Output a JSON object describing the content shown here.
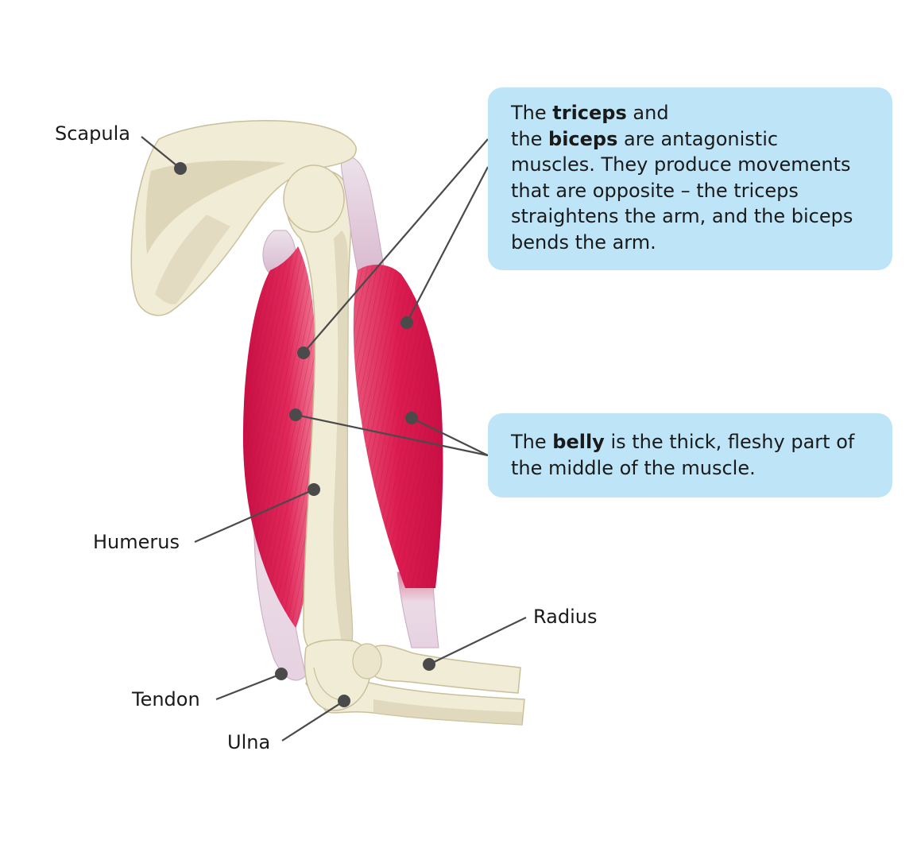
{
  "labels": {
    "scapula": "Scapula",
    "humerus": "Humerus",
    "tendon": "Tendon",
    "ulna": "Ulna",
    "radius": "Radius"
  },
  "callout_antagonistic": {
    "line1_pre": "The ",
    "line1_bold": "triceps",
    "line1_post": " and",
    "line2_pre": "the ",
    "line2_bold": "biceps",
    "line2_post": " are antagonistic",
    "line3": "muscles. They produce movements",
    "line4": "that are opposite – the triceps",
    "line5": "straightens the arm, and the biceps",
    "line6": "bends the arm."
  },
  "callout_belly": {
    "line1_pre": "The ",
    "line1_bold": "belly",
    "line1_post": " is the thick, fleshy part of",
    "line2": "the middle of the muscle."
  },
  "colors": {
    "bone": "#f1ecd6",
    "bone_shadow": "#d9d1b2",
    "muscle": "#d8134a",
    "muscle_light": "#f07a94",
    "tendon": "#e6d2e2",
    "callout_bg": "#bee5f7",
    "pointer": "#4a4a4a"
  }
}
